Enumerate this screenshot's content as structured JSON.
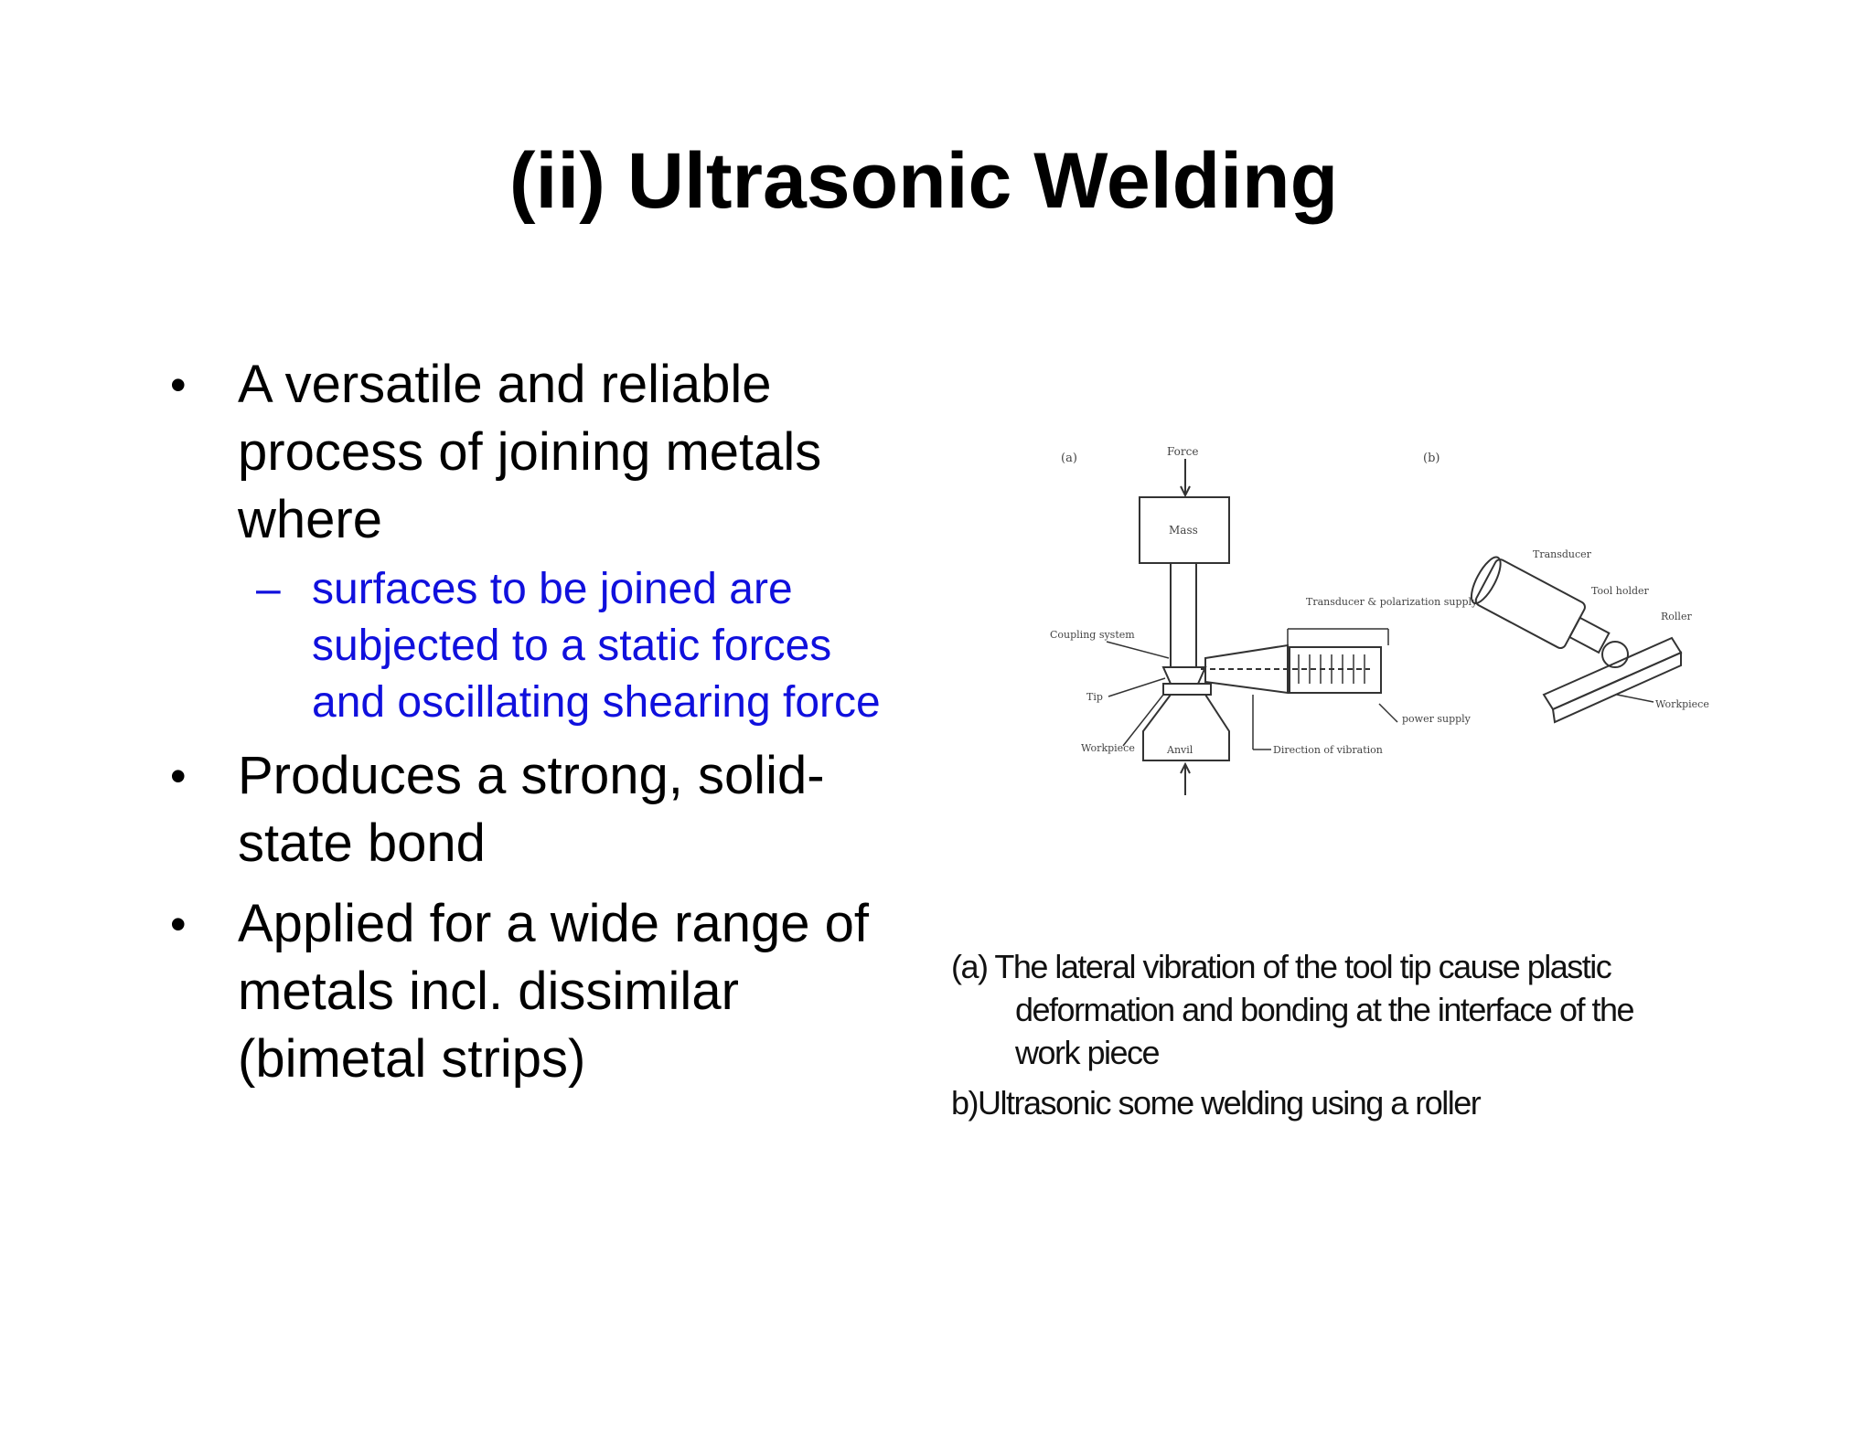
{
  "slide": {
    "title": "(ii) Ultrasonic Welding",
    "bullets": [
      {
        "text": "A versatile and reliable process of joining metals where"
      },
      {
        "text": "Produces a strong, solid-state bond"
      },
      {
        "text": "Applied for a wide range of metals incl. dissimilar (bimetal strips)"
      }
    ],
    "sub_bullet": "surfaces to be joined are subjected to  a static forces and oscillating shearing force",
    "bullet_glyph": "•",
    "dash_glyph": "–",
    "colors": {
      "sub_bullet": "#1010dd",
      "title": "#000000"
    }
  },
  "figure": {
    "label_a": "(a)",
    "label_b": "(b)",
    "force": "Force",
    "mass": "Mass",
    "coupling_system": "Coupling system",
    "tip": "Tip",
    "workpiece": "Workpiece",
    "anvil": "Anvil",
    "transducer_polarization": "Transducer & polarization supply",
    "power_supply": "power supply",
    "direction_vibration": "Direction of vibration",
    "transducer": "Transducer",
    "tool_holder": "Tool holder",
    "roller": "Roller",
    "workpiece_b": "Workpiece"
  },
  "caption": {
    "a": "(a) The lateral vibration of the tool tip cause plastic deformation and bonding at the interface of the work piece",
    "b": "b)Ultrasonic some welding using a roller"
  }
}
